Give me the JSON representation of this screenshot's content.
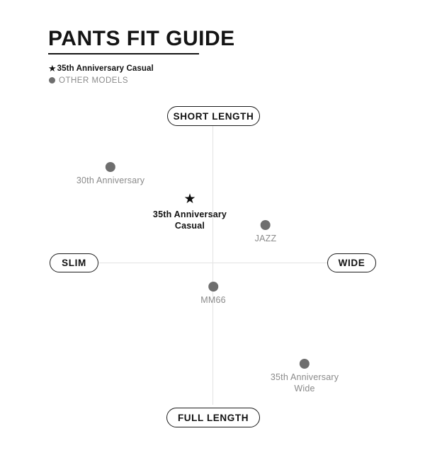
{
  "header": {
    "title": "PANTS FIT GUIDE"
  },
  "legend": {
    "items": [
      {
        "marker": "star-marker",
        "glyph": "★",
        "label": "35th Anniversary Casual",
        "style": "primary",
        "color": "#111111"
      },
      {
        "marker": "dot-marker",
        "glyph": "●",
        "label": "OTHER MODELS",
        "style": "secondary",
        "color": "#8a8a8a"
      }
    ]
  },
  "axes": {
    "top_label": "SHORT LENGTH",
    "bottom_label": "FULL LENGTH",
    "left_label": "SLIM",
    "right_label": "WIDE",
    "line_color": "#e3e3e3"
  },
  "chart_data": {
    "type": "scatter",
    "title": "PANTS FIT GUIDE",
    "xlabel": "",
    "ylabel": "",
    "grid": false,
    "legend_position": "top-left",
    "axis_style": "quadrant-cross",
    "xlim": [
      -1,
      1
    ],
    "ylim": [
      -1,
      1
    ],
    "x_axis": {
      "left_end": "SLIM",
      "right_end": "WIDE",
      "center": 0
    },
    "y_axis": {
      "top_end": "SHORT LENGTH",
      "bottom_end": "FULL LENGTH",
      "center": 0
    },
    "series": [
      {
        "name": "35th Anniversary Casual",
        "marker": "star",
        "color": "#0d0d0d",
        "points": [
          {
            "label": "35th Anniversary Casual",
            "label_line1": "35th Anniversary",
            "label_line2": "Casual",
            "x": -0.2,
            "y": 0.45
          }
        ]
      },
      {
        "name": "OTHER MODELS",
        "marker": "dot",
        "color": "#6e6e6e",
        "points": [
          {
            "label": "30th Anniversary",
            "label_line1": "30th Anniversary",
            "label_line2": "",
            "x": -0.89,
            "y": 0.7
          },
          {
            "label": "JAZZ",
            "label_line1": "JAZZ",
            "label_line2": "",
            "x": 0.46,
            "y": 0.27
          },
          {
            "label": "MM66",
            "label_line1": "MM66",
            "label_line2": "",
            "x": 0.01,
            "y": -0.17
          },
          {
            "label": "35th Anniversary Wide",
            "label_line1": "35th Anniversary",
            "label_line2": "Wide",
            "x": 0.8,
            "y": -0.73
          }
        ]
      }
    ]
  },
  "points_layout": [
    {
      "name": "point-30th-anniversary",
      "marker": "dot",
      "style": "secondary",
      "left": 156,
      "top": 229,
      "line1": "30th Anniversary",
      "line2": ""
    },
    {
      "name": "point-35th-anniversary-casual",
      "marker": "star",
      "style": "primary",
      "left": 268,
      "top": 272,
      "line1": "35th Anniversary",
      "line2": "Casual"
    },
    {
      "name": "point-jazz",
      "marker": "dot",
      "style": "secondary",
      "left": 375,
      "top": 311,
      "line1": "JAZZ",
      "line2": ""
    },
    {
      "name": "point-mm66",
      "marker": "dot",
      "style": "secondary",
      "left": 301,
      "top": 398,
      "line1": "MM66",
      "line2": ""
    },
    {
      "name": "point-35th-anniversary-wide",
      "marker": "dot",
      "style": "secondary",
      "left": 430,
      "top": 507,
      "line1": "35th Anniversary",
      "line2": "Wide"
    }
  ]
}
